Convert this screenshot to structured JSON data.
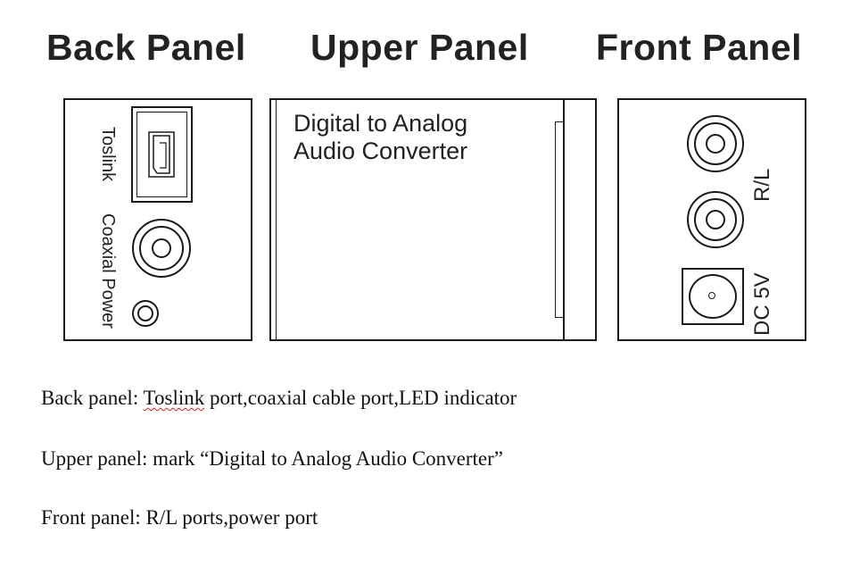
{
  "titles": {
    "back": "Back Panel",
    "upper": "Upper Panel",
    "front": "Front Panel"
  },
  "back_panel": {
    "toslink_label": "Toslink",
    "coaxial_label": "Coaxial",
    "power_label": "Power"
  },
  "upper_panel": {
    "line1": "Digital to Analog",
    "line2": "Audio Converter"
  },
  "front_panel": {
    "rl_label": "R/L",
    "dc_label": "DC 5V"
  },
  "captions": {
    "back": {
      "prefix": "Back panel: ",
      "underlined": "Toslink",
      "rest": " port,coaxial cable port,LED indicator"
    },
    "upper": "Upper panel: mark “Digital to Analog Audio Converter”",
    "front": "Front panel: R/L ports,power port"
  }
}
